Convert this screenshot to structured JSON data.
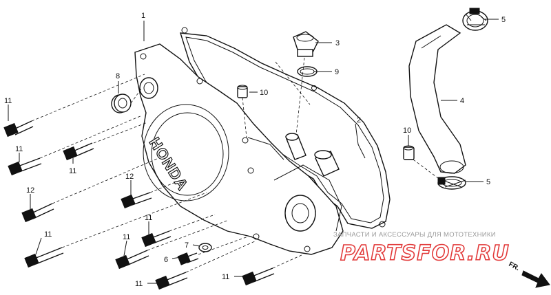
{
  "brand_mark": "HONDA",
  "callouts": [
    "1",
    "2",
    "3",
    "4",
    "5",
    "5",
    "6",
    "7",
    "8",
    "9",
    "10",
    "10",
    "11",
    "11",
    "11",
    "11",
    "11",
    "11",
    "11",
    "11",
    "12",
    "12"
  ],
  "watermark": {
    "caption": "ЗАПЧАСТИ И АКСЕССУАРЫ ДЛЯ МОТОТЕХНИКИ",
    "logo": "PARTSFOR.RU"
  },
  "direction_label": "FR."
}
